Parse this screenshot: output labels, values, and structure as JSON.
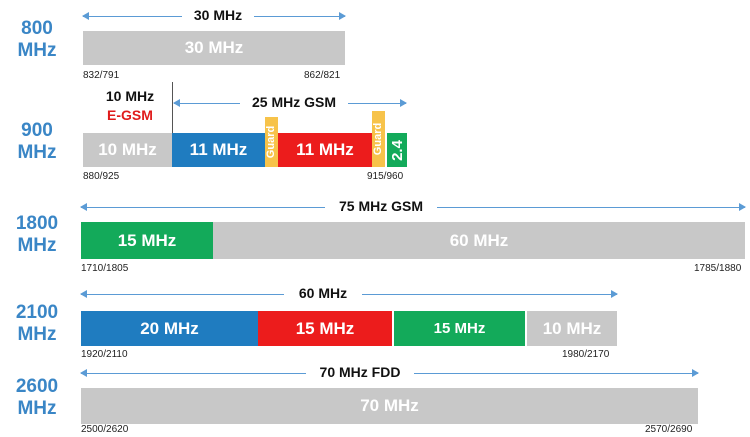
{
  "colors": {
    "gray": "#c8c8c8",
    "blue": "#1f7cc0",
    "red": "#ec1c1c",
    "green": "#13aa5a",
    "guard": "#f7c34a",
    "band_label": "#3a86c6",
    "arrow": "#5b9bd5",
    "egsm_red": "#e01b1b"
  },
  "b800": {
    "label": "800\nMHz",
    "span": "30 MHz",
    "seg1": "30 MHz",
    "left_freq": "832/791",
    "right_freq": "862/821"
  },
  "b900": {
    "label": "900\nMHz",
    "egsm_mhz": "10 MHz",
    "egsm_name": "E-GSM",
    "span": "25 MHz GSM",
    "seg1": "10 MHz",
    "seg2": "11 MHz",
    "guard1": "Guard",
    "seg3": "11 MHz",
    "guard2": "Guard",
    "seg4": "2.4",
    "left_freq": "880/925",
    "right_freq": "915/960"
  },
  "b1800": {
    "label": "1800\nMHz",
    "span": "75 MHz GSM",
    "seg1": "15 MHz",
    "seg2": "60 MHz",
    "left_freq": "1710/1805",
    "right_freq": "1785/1880"
  },
  "b2100": {
    "label": "2100\nMHz",
    "span": "60 MHz",
    "seg1": "20 MHz",
    "seg2": "15 MHz",
    "seg3": "15 MHz",
    "seg4": "10 MHz",
    "left_freq": "1920/2110",
    "right_freq": "1980/2170"
  },
  "b2600": {
    "label": "2600\nMHz",
    "span": "70 MHz FDD",
    "seg1": "70 MHz",
    "left_freq": "2500/2620",
    "right_freq": "2570/2690"
  }
}
